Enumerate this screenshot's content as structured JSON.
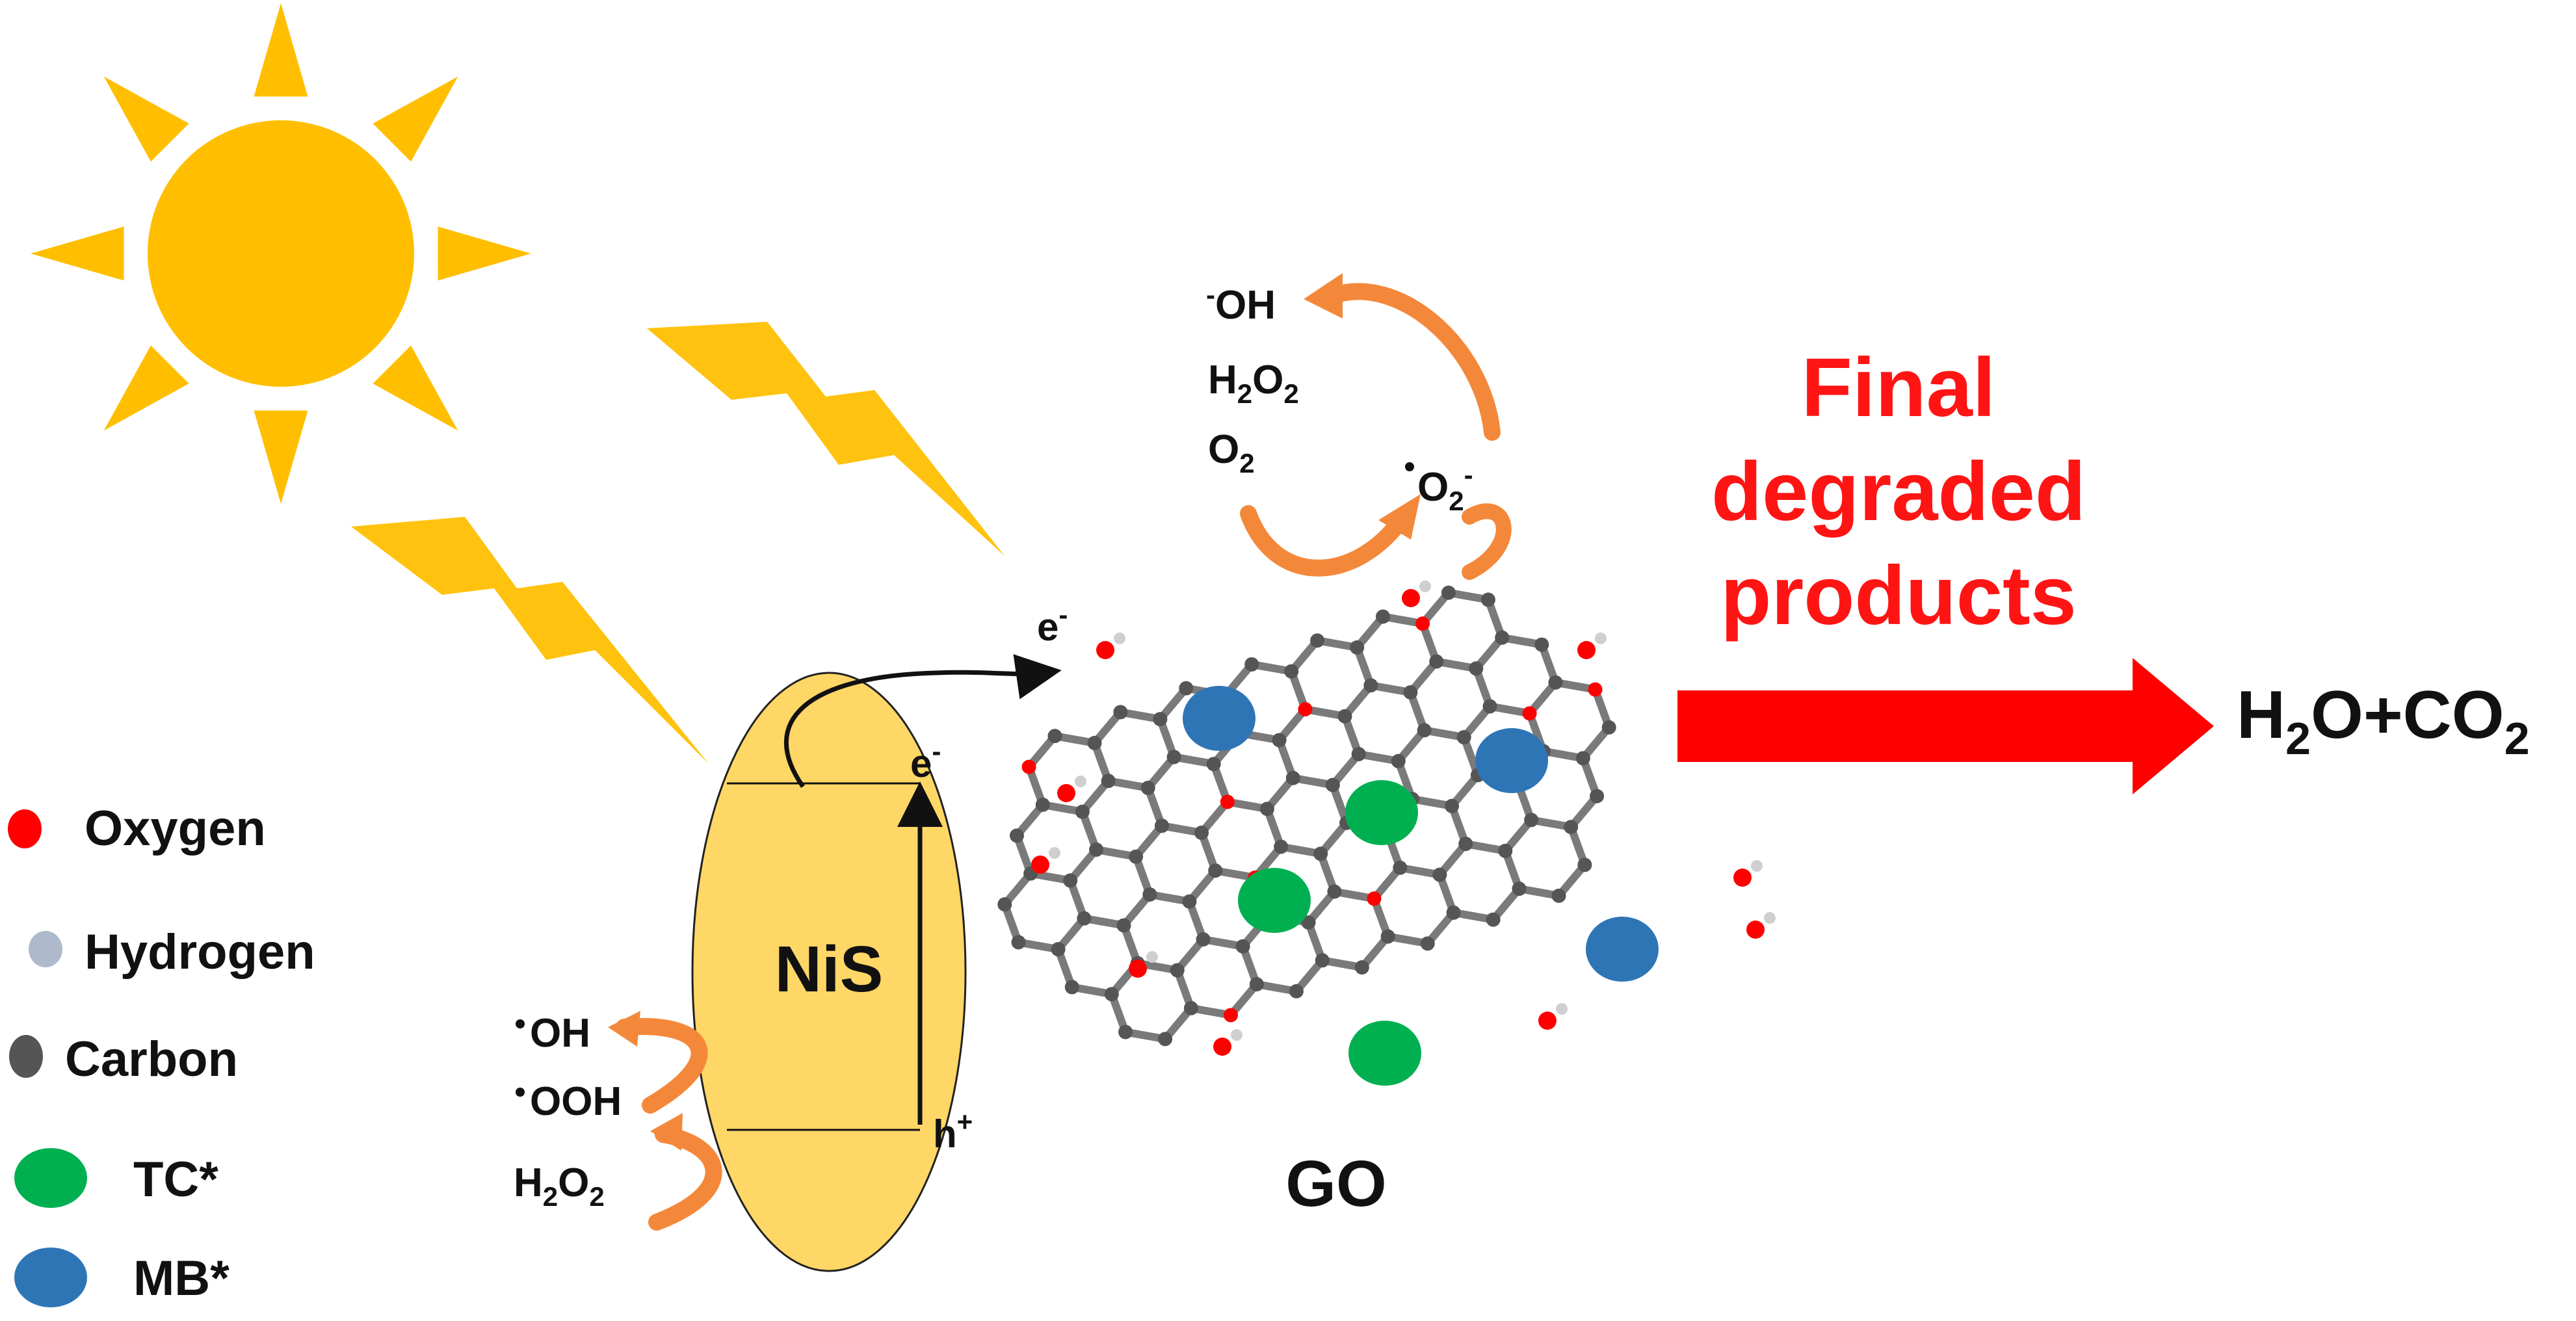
{
  "colors": {
    "sun": "#ffbf00",
    "bolt": "#ffc20e",
    "nis_fill": "#ffd766",
    "orange_arrow": "#f4883a",
    "red_arrow": "#ff0000",
    "oxygen": "#ff0000",
    "hydrogen": "#aeb9cc",
    "carbon": "#555555",
    "tc": "#00b050",
    "mb": "#2e75b6"
  },
  "icons": [
    "sun-icon",
    "lightning-bolt-icon",
    "graphene-oxide-molecule",
    "arrow-icon"
  ],
  "legend": [
    {
      "label": "Oxygen"
    },
    {
      "label": "Hydrogen"
    },
    {
      "label": "Carbon"
    },
    {
      "label": "TC*"
    },
    {
      "label": "MB*"
    }
  ],
  "nis": {
    "label": "NiS",
    "electron": "e",
    "electron_sup": "-",
    "hole": "h",
    "hole_sup": "+"
  },
  "go": {
    "label": "GO",
    "electron": "e",
    "electron_sup": "-"
  },
  "nis_species": {
    "oh": "OH",
    "ooh": "OOH",
    "h2o2_h": "H",
    "h2o2_2a": "2",
    "h2o2_o": "O",
    "h2o2_2b": "2"
  },
  "go_species": {
    "oh_minus": "OH",
    "h2o2_h": "H",
    "h2o2_2a": "2",
    "h2o2_o": "O",
    "h2o2_2b": "2",
    "o2_o": "O",
    "o2_2": "2",
    "superoxide_o": "O",
    "superoxide_2": "2",
    "superoxide_charge": "-"
  },
  "products": {
    "line1": "Final",
    "line2": "degraded",
    "line3": "products",
    "h": "H",
    "sub1": "2",
    "mid": "O+CO",
    "sub2": "2"
  }
}
